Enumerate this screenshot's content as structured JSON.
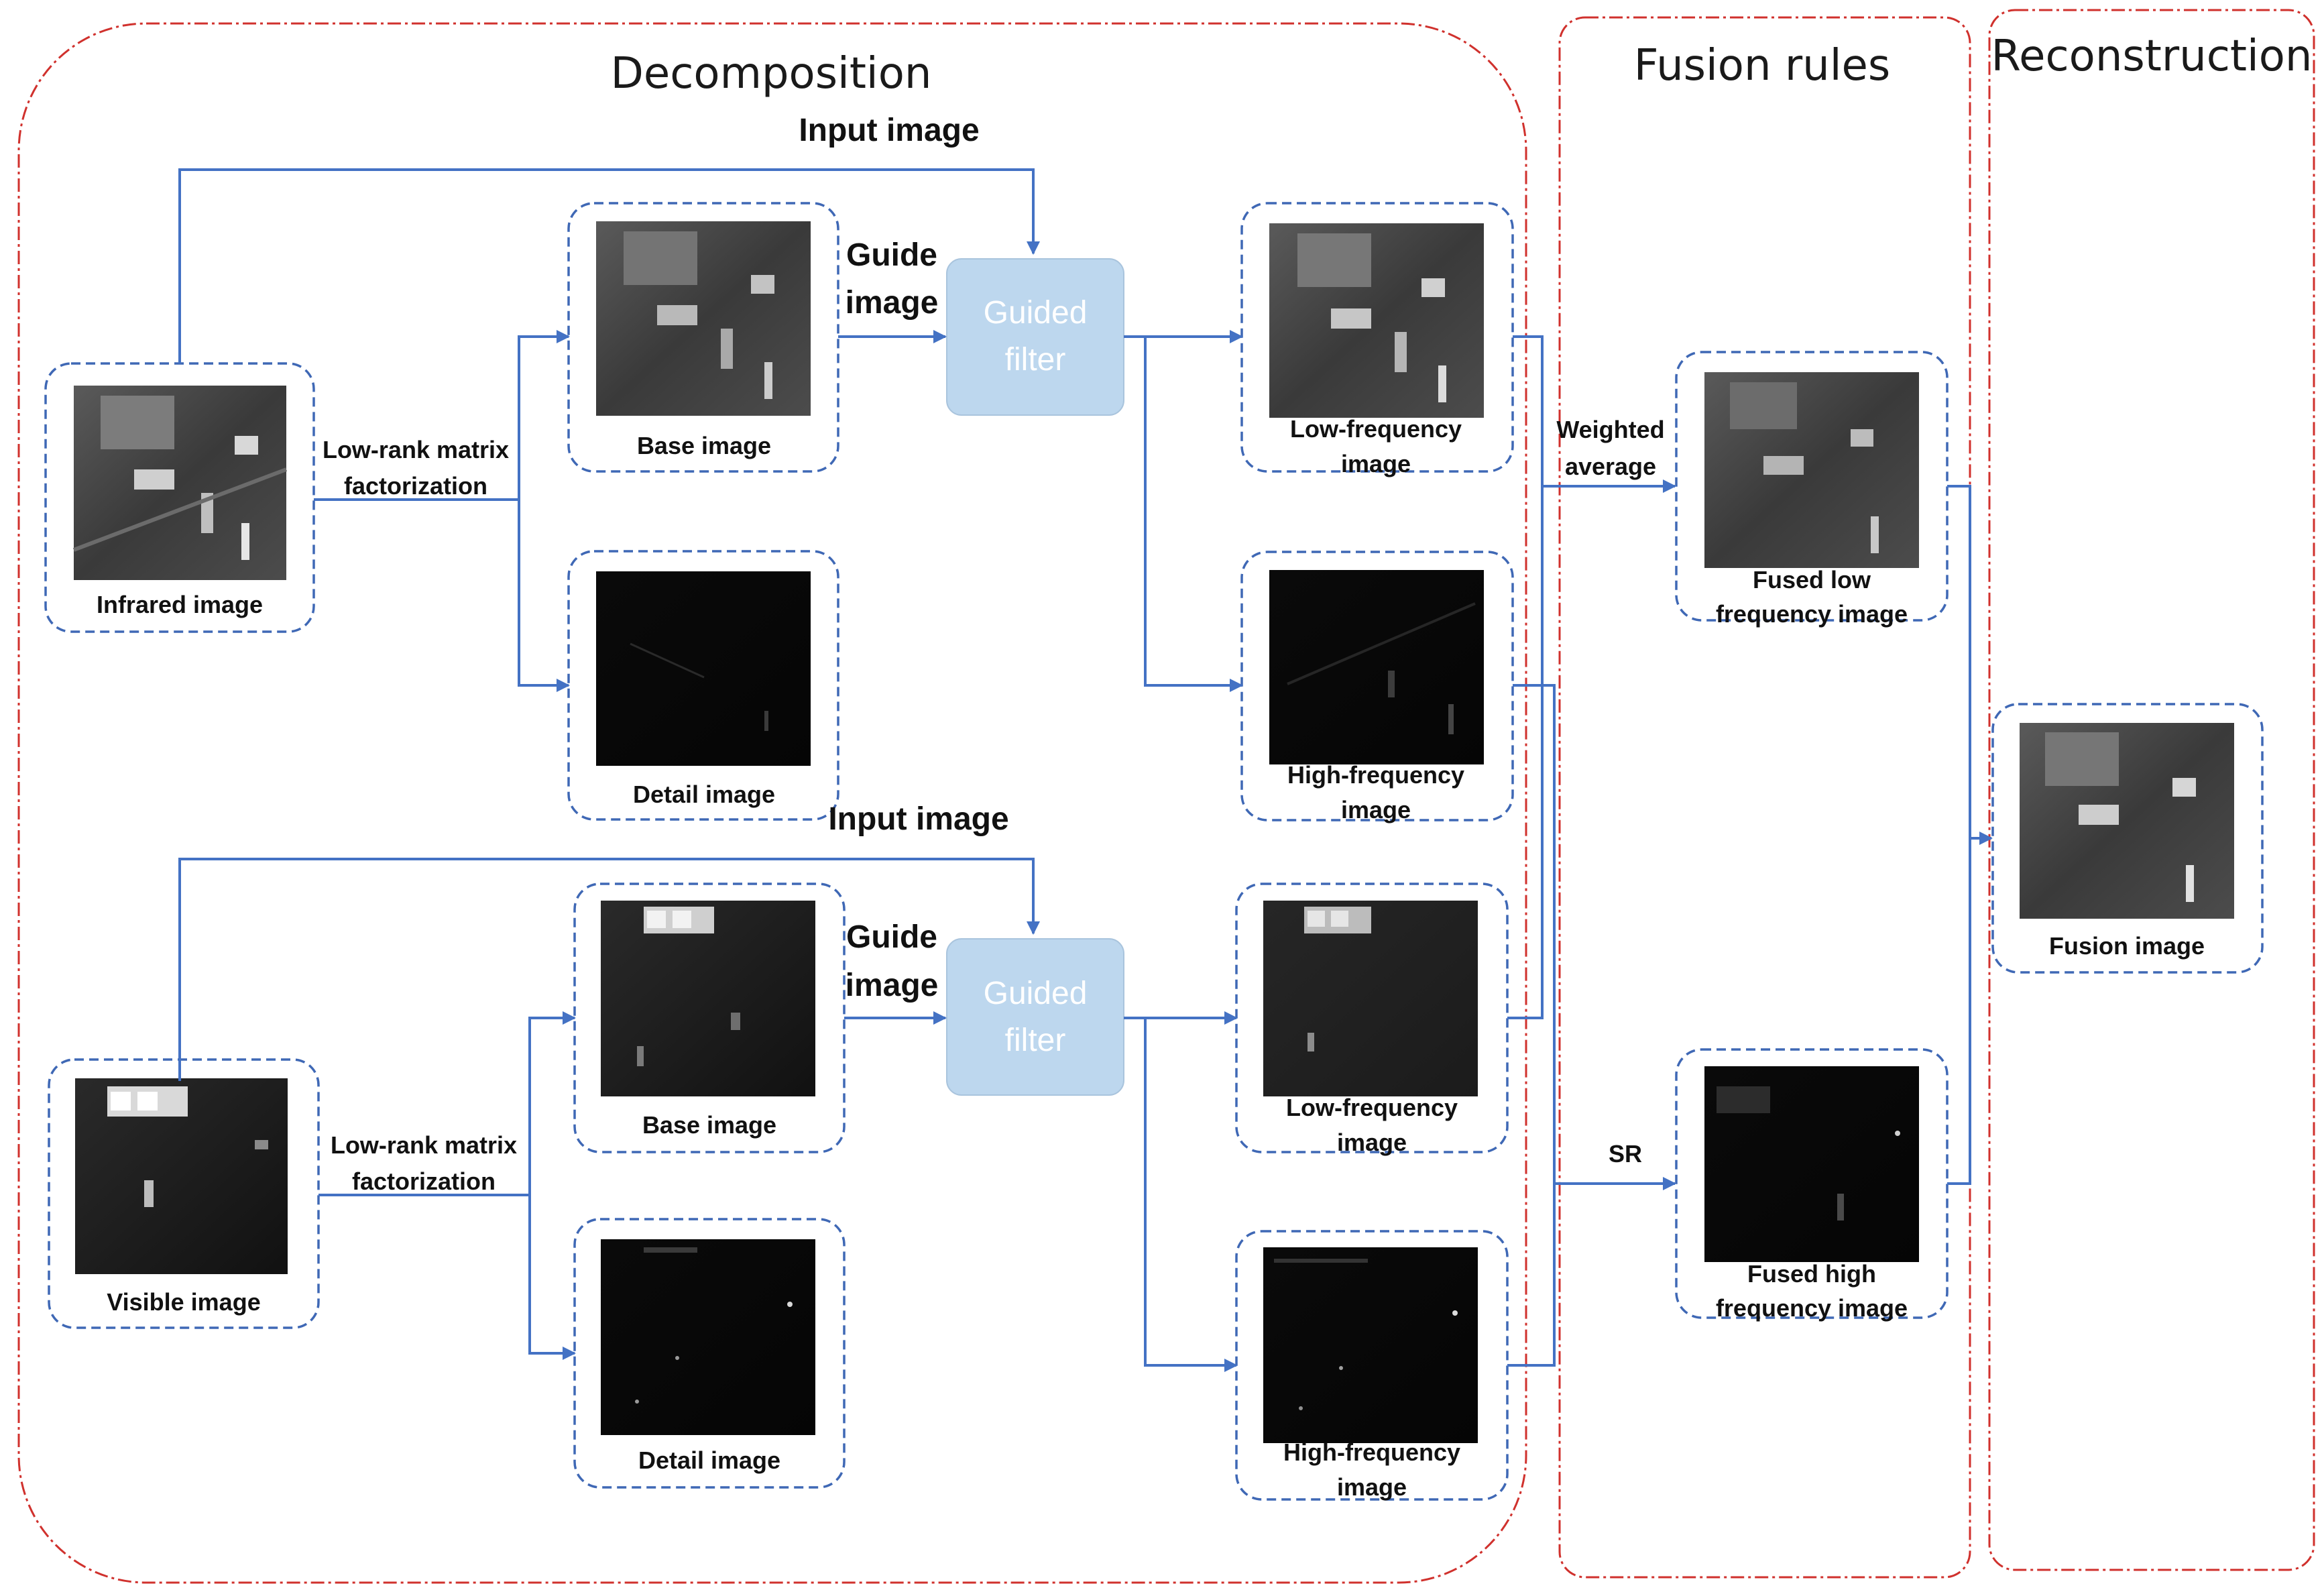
{
  "sections": {
    "decomposition": "Decomposition",
    "fusion_rules": "Fusion rules",
    "reconstruction": "Reconstruction"
  },
  "top_branch": {
    "input_label": "Input image",
    "source_caption": "Infrared image",
    "factorization": [
      "Low-rank matrix",
      "factorization"
    ],
    "base_caption": "Base image",
    "detail_caption": "Detail image",
    "guide_label": [
      "Guide",
      "image"
    ],
    "filter": [
      "Guided",
      "filter"
    ],
    "low_caption": [
      "Low-frequency",
      "image"
    ],
    "high_caption": [
      "High-frequency",
      "image"
    ]
  },
  "bottom_branch": {
    "input_label": "Input image",
    "source_caption": "Visible image",
    "factorization": [
      "Low-rank matrix",
      "factorization"
    ],
    "base_caption": "Base image",
    "detail_caption": "Detail image",
    "guide_label": [
      "Guide",
      "image"
    ],
    "filter": [
      "Guided",
      "filter"
    ],
    "low_caption": [
      "Low-frequency",
      "image"
    ],
    "high_caption": [
      "High-frequency",
      "image"
    ]
  },
  "fusion": {
    "weighted_label": [
      "Weighted",
      "average"
    ],
    "sr_label": "SR",
    "fused_low_caption": [
      "Fused low",
      "frequency image"
    ],
    "fused_high_caption": [
      "Fused high",
      "frequency image"
    ]
  },
  "output": {
    "caption": "Fusion image"
  },
  "colors": {
    "panel_border": "#d0312d",
    "card_border": "#3f68b5",
    "arrow": "#4472c4",
    "filter_fill": "#bdd7ee"
  }
}
